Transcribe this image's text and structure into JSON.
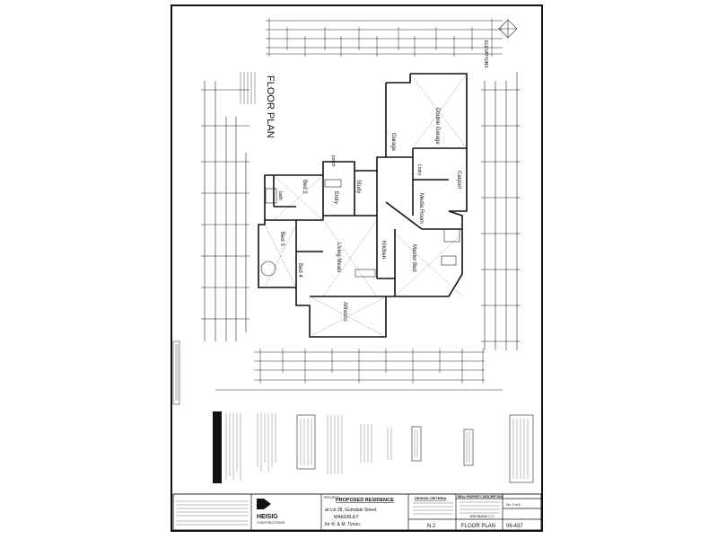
{
  "drawing": {
    "heading": "FLOOR PLAN",
    "elevation_tag": "ELEVATIONS",
    "rooms": {
      "double_garage": "Double Garage",
      "garage": "Garage",
      "carport": "Carport",
      "lndry": "Lndry",
      "media": "Media Room",
      "master": "Master Bed",
      "kitchen": "Kitchen",
      "living": "Living Meals",
      "study": "Study",
      "entry": "Entry",
      "porch": "porch",
      "bed2": "Bed 2",
      "bath": "bath",
      "bed3": "Bed 3",
      "bed4": "Bed 4",
      "alfresco": "Alfresco"
    }
  },
  "title_block": {
    "company": "HEISIG",
    "company_sub": "CONSTRUCTIONS",
    "project_label": "PROJECT",
    "project_title": "PROPOSED RESIDENCE",
    "address_line1": "at Lot 28, Gumdale Street",
    "address_line2": "WAKERLEY",
    "client_line": "for R. & M. Tynan.",
    "design_criteria": "DESIGN CRITERIA",
    "property_desc": "REAL PROPERTY DESCRIPTION",
    "drawing_code": "N.2",
    "sheet_title": "FLOOR PLAN",
    "drawing_no": "06-437",
    "sheet_of": "No. 2 of 6",
    "council": "BRISBANE C.C."
  }
}
